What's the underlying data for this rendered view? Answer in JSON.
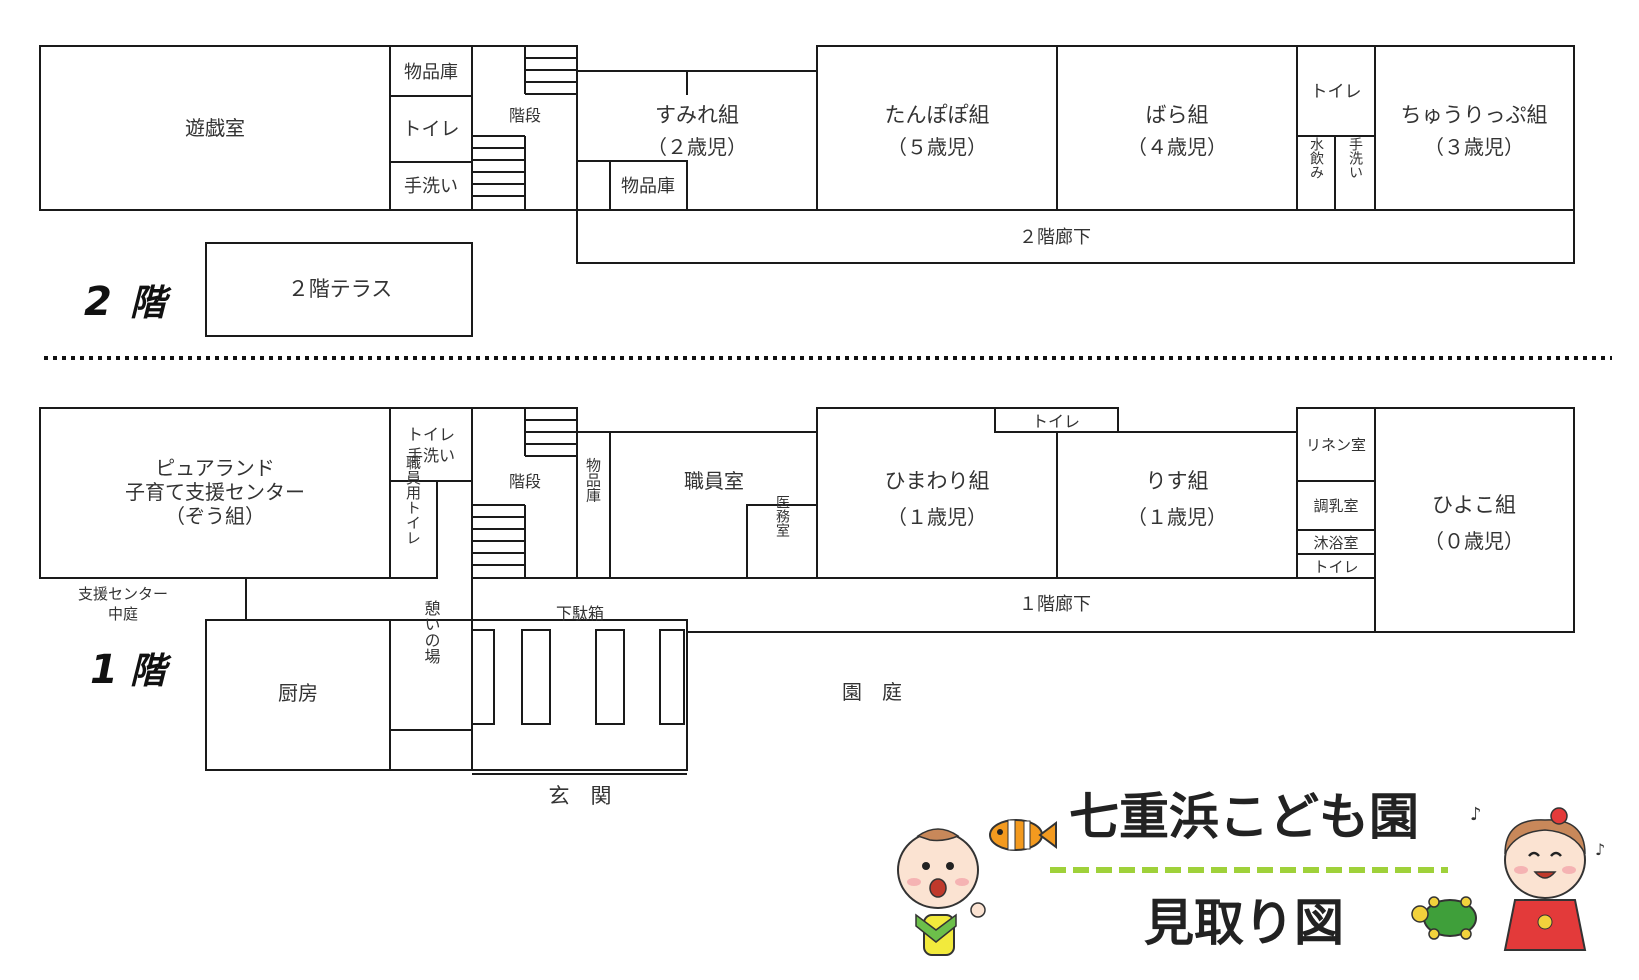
{
  "title": {
    "name": "七重浜こども園",
    "subtitle": "見取り図",
    "divider_color": "#9fd13a"
  },
  "floor2": {
    "label_num": "2",
    "label_kanji": "階",
    "rooms": {
      "playroom": "遊戯室",
      "storage1": "物品庫",
      "toilet": "トイレ",
      "washbasin": "手洗い",
      "stairs": "階段",
      "sumire_name": "すみれ組",
      "sumire_age": "（２歳児）",
      "storage2": "物品庫",
      "tanpopo_name": "たんぽぽ組",
      "tanpopo_age": "（５歳児）",
      "bara_name": "ばら組",
      "bara_age": "（４歳児）",
      "toilet2": "トイレ",
      "drink_water": "水飲み",
      "wash2": "手洗い",
      "churippu_name": "ちゅうりっぷ組",
      "churippu_age": "（３歳児）",
      "corridor": "２階廊下",
      "terrace": "２階テラス"
    }
  },
  "floor1": {
    "label_num": "1",
    "label_kanji": "階",
    "rooms": {
      "pureland_l1": "ピュアランド",
      "pureland_l2": "子育て支援センター",
      "pureland_l3": "（ぞう組）",
      "toilet_wash_l1": "トイレ",
      "toilet_wash_l2": "手洗い",
      "staff_toilet": "職員用トイレ",
      "stairs": "階段",
      "storage": "物品庫",
      "staff_room": "職員室",
      "medical": "医務室",
      "toilet_top": "トイレ",
      "himawari_name": "ひまわり組",
      "himawari_age": "（１歳児）",
      "risu_name": "りす組",
      "risu_age": "（１歳児）",
      "linen": "リネン室",
      "milk": "調乳室",
      "bath": "沐浴室",
      "toilet_r": "トイレ",
      "hiyoko_name": "ひよこ組",
      "hiyoko_age": "（０歳児）",
      "corridor": "１階廊下",
      "courtyard_l1": "支援センター",
      "courtyard_l2": "中庭",
      "shoe_box": "下駄箱",
      "kitchen": "厨房",
      "rest_area": "憩いの場",
      "garden": "園　庭",
      "entrance": "玄　関"
    }
  }
}
